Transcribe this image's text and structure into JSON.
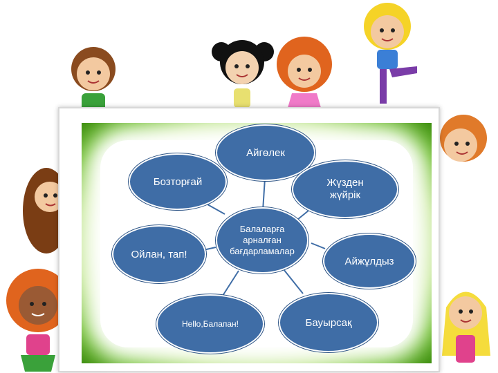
{
  "diagram": {
    "center": "Балаларға арналған бағдарламалар",
    "nodes": [
      {
        "label": "Айгөлек"
      },
      {
        "label": "Жүзден жүйрік"
      },
      {
        "label": "Айжұлдыз"
      },
      {
        "label": "Бауырсақ"
      },
      {
        "label": "Hello,Балапан!"
      },
      {
        "label": "Ойлан, тап!"
      },
      {
        "label": "Бозторғай"
      }
    ]
  },
  "colors": {
    "node_fill": "#3f6da6",
    "grass": "#5fae22",
    "connector": "#3f6da6"
  }
}
